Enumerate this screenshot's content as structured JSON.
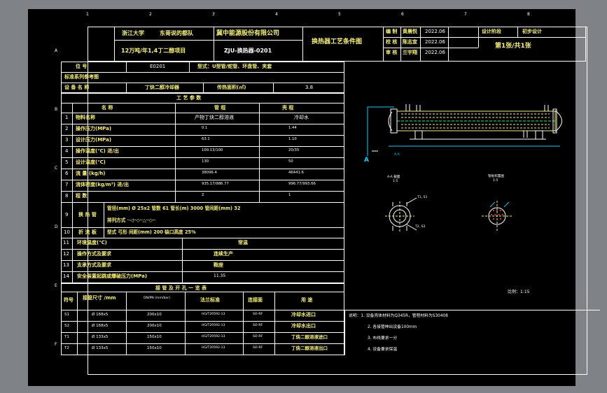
{
  "window": {
    "background": "#7f8287",
    "paper": "#000000"
  },
  "zones": {
    "top": [
      "1",
      "2",
      "3",
      "4",
      "5",
      "6",
      "7",
      "8"
    ],
    "left": [
      "A",
      "B",
      "C",
      "D",
      "E",
      "F"
    ]
  },
  "title_block": {
    "school": "浙江大学",
    "team": "东哥说的都队",
    "project": "12万吨/年1,4丁二醇项目",
    "company": "冀中能源股份有限公司",
    "code": "ZJU-换热器-0201",
    "drawing_name": "换热器工艺条件图",
    "roles": [
      {
        "role": "编 制",
        "name": "黄晨悦",
        "date": "2022.06"
      },
      {
        "role": "校 核",
        "name": "陈志宣",
        "date": "2022.06"
      },
      {
        "role": "审 核",
        "name": "兰宇翔",
        "date": "2022.06"
      }
    ],
    "stage_label": "设计阶段",
    "stage": "初步设计",
    "sheet": "第1张/共1张"
  },
  "header_rows": {
    "position_label": "位  号",
    "position_value": "E0201",
    "type_text": "型式：U型管/蛇管、环盘管、夹套",
    "standard": "标准系列参考图",
    "device_name_label": "设 备 名 称",
    "device_name": "丁炔二醇冷却器",
    "area_label": "传热面积(㎡)",
    "area_value": "3.8"
  },
  "params": {
    "title": "工 艺 参 数",
    "cols": [
      "名   称",
      "管   程",
      "壳   程"
    ],
    "rows": [
      {
        "n": "1",
        "name": "物料名称",
        "tube": "产物丁炔二醇溶液",
        "shell": "冷却水"
      },
      {
        "n": "2",
        "name": "操作压力(MPa)",
        "tube": "0.1",
        "shell": "1.44"
      },
      {
        "n": "3",
        "name": "设计压力(MPa)",
        "tube": "63.1",
        "shell": "1.10"
      },
      {
        "n": "4",
        "name": "操作温度(℃) 进/出",
        "tube": "100.13/100",
        "shell": "20/35"
      },
      {
        "n": "5",
        "name": "设计温度(℃)",
        "tube": "130",
        "shell": "50"
      },
      {
        "n": "6",
        "name": "流 量 (kg/h)",
        "tube": "38096.4",
        "shell": "46441.6"
      },
      {
        "n": "7",
        "name": "流体密度(kg/m³) 进/出",
        "tube": "935.17/986.77",
        "shell": "996.77/993.66"
      },
      {
        "n": "8",
        "name": "程 数",
        "tube": "2",
        "shell": "1"
      }
    ],
    "row9_no": "9",
    "row9_label": "换 热 管",
    "row9_line1": "管径(mm) Ø 25x2   管数 61   管长(m) 3000  管间距(mm) 32",
    "row9_line2": "排列方式 ─◁─◇─△─◇─",
    "row10_no": "10",
    "row10_label": "折 流 板",
    "row10_text": "型式 弓形     间距(mm) 200     缺口高度 25%",
    "rows_extra": [
      {
        "n": "11",
        "name": "环境温度(℃)",
        "val": "常温"
      },
      {
        "n": "12",
        "name": "操作方式及要求",
        "val": "连续生产"
      },
      {
        "n": "13",
        "name": "支承方式及要求",
        "val": "鞍座"
      },
      {
        "n": "14",
        "name": "安全装置起跳或爆破压力(MPa)",
        "val": "11.35"
      }
    ]
  },
  "nozzles": {
    "title": "接 管 及 开 孔 一 览 表",
    "cols": [
      "符号",
      "接管尺寸 /mm",
      "DN/PN (mm/bar)",
      "法兰标准",
      "连接面",
      "用  途"
    ],
    "rows": [
      {
        "sym": "S1",
        "size": "Ø 168x5",
        "dn": "200x10",
        "std": "HG/T20592-13",
        "face": "SO-RF",
        "use": "冷却水进口"
      },
      {
        "sym": "S2",
        "size": "Ø 168x5",
        "dn": "200x10",
        "std": "HG/T20592-13",
        "face": "SO-RF",
        "use": "冷却水出口"
      },
      {
        "sym": "T1",
        "size": "Ø 133x5",
        "dn": "150x10",
        "std": "HG/T20592-13",
        "face": "SO-RF",
        "use": "丁炔二醇溶液进口"
      },
      {
        "sym": "T2",
        "size": "Ø 133x5",
        "dn": "150x10",
        "std": "HG/T20592-13",
        "face": "SO-RF",
        "use": "丁炔二醇溶液出口"
      }
    ]
  },
  "notes": [
    "说明：1. 设备壳体材料为Q345R，管程材料为S30408",
    "2. 各接管伸出设备100mm",
    "3. 布线要求一分",
    "4. 设备要求保温"
  ],
  "drawing": {
    "view_a": "A",
    "ratio": "比例：1:15",
    "section_left": "A-A 截面",
    "section_left_scale": "1:5",
    "section_right": "管板布置图",
    "section_right_scale": "1:5",
    "label_t1_s1": "T1, S1",
    "label_t2_s2": "T2, S2",
    "label_aa": "A-A"
  }
}
